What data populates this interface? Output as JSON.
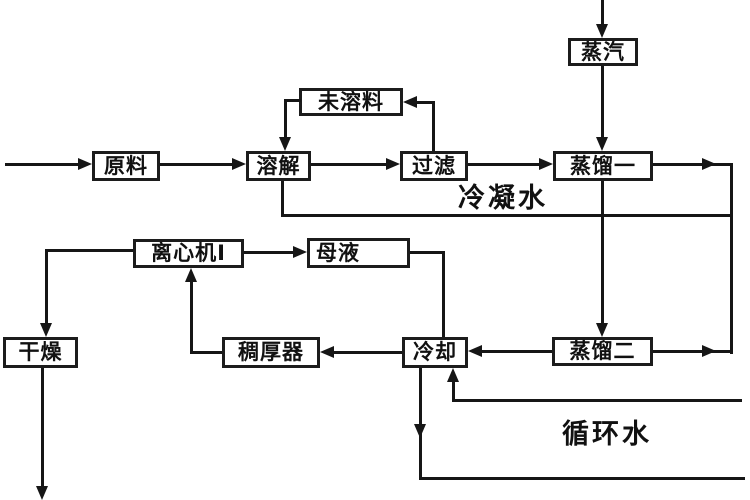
{
  "diagram": {
    "type": "process-flow-diagram",
    "language": "zh",
    "nodes": {
      "steam": {
        "label": "蒸汽"
      },
      "undissolved": {
        "label": "未溶料"
      },
      "raw_material": {
        "label": "原料"
      },
      "dissolve": {
        "label": "溶解"
      },
      "filter": {
        "label": "过滤"
      },
      "distill_1": {
        "label": "蒸馏一"
      },
      "centrifuge_1": {
        "label": "离心机Ⅰ"
      },
      "mother_liquor": {
        "label": "母液"
      },
      "drying": {
        "label": "干燥"
      },
      "thickener": {
        "label": "稠厚器"
      },
      "cooling": {
        "label": "冷却"
      },
      "distill_2": {
        "label": "蒸馏二"
      }
    },
    "stream_labels": {
      "condensate": "冷凝水",
      "circulating_water": "循环水"
    },
    "edges": [
      {
        "from": "external-feed",
        "to": "原料"
      },
      {
        "from": "原料",
        "to": "溶解"
      },
      {
        "from": "溶解",
        "to": "过滤"
      },
      {
        "from": "过滤",
        "to": "未溶料"
      },
      {
        "from": "未溶料",
        "to": "溶解"
      },
      {
        "from": "过滤",
        "to": "蒸馏一"
      },
      {
        "from": "external-supply",
        "to": "蒸汽"
      },
      {
        "from": "蒸汽",
        "to": "蒸馏一"
      },
      {
        "from": "蒸馏一",
        "to": "蒸馏二"
      },
      {
        "from": "蒸馏一",
        "to": "溶解",
        "label": "冷凝水"
      },
      {
        "from": "蒸馏二",
        "to": "溶解",
        "label": "冷凝水"
      },
      {
        "from": "蒸馏二",
        "to": "冷却"
      },
      {
        "from": "冷却",
        "to": "稠厚器"
      },
      {
        "from": "稠厚器",
        "to": "离心机Ⅰ"
      },
      {
        "from": "离心机Ⅰ",
        "to": "母液"
      },
      {
        "from": "离心机Ⅰ",
        "to": "干燥"
      },
      {
        "from": "母液",
        "to": "冷却"
      },
      {
        "from": "干燥",
        "to": "outlet-bottom"
      },
      {
        "from": "circulating-water-inlet",
        "to": "冷却",
        "label": "循环水"
      },
      {
        "from": "冷却",
        "to": "circulating-water-outlet",
        "label": "循环水"
      }
    ],
    "colors": {
      "line": "#161616",
      "box_border": "#1c1c1c",
      "text": "#111111",
      "background": "#ffffff"
    }
  }
}
